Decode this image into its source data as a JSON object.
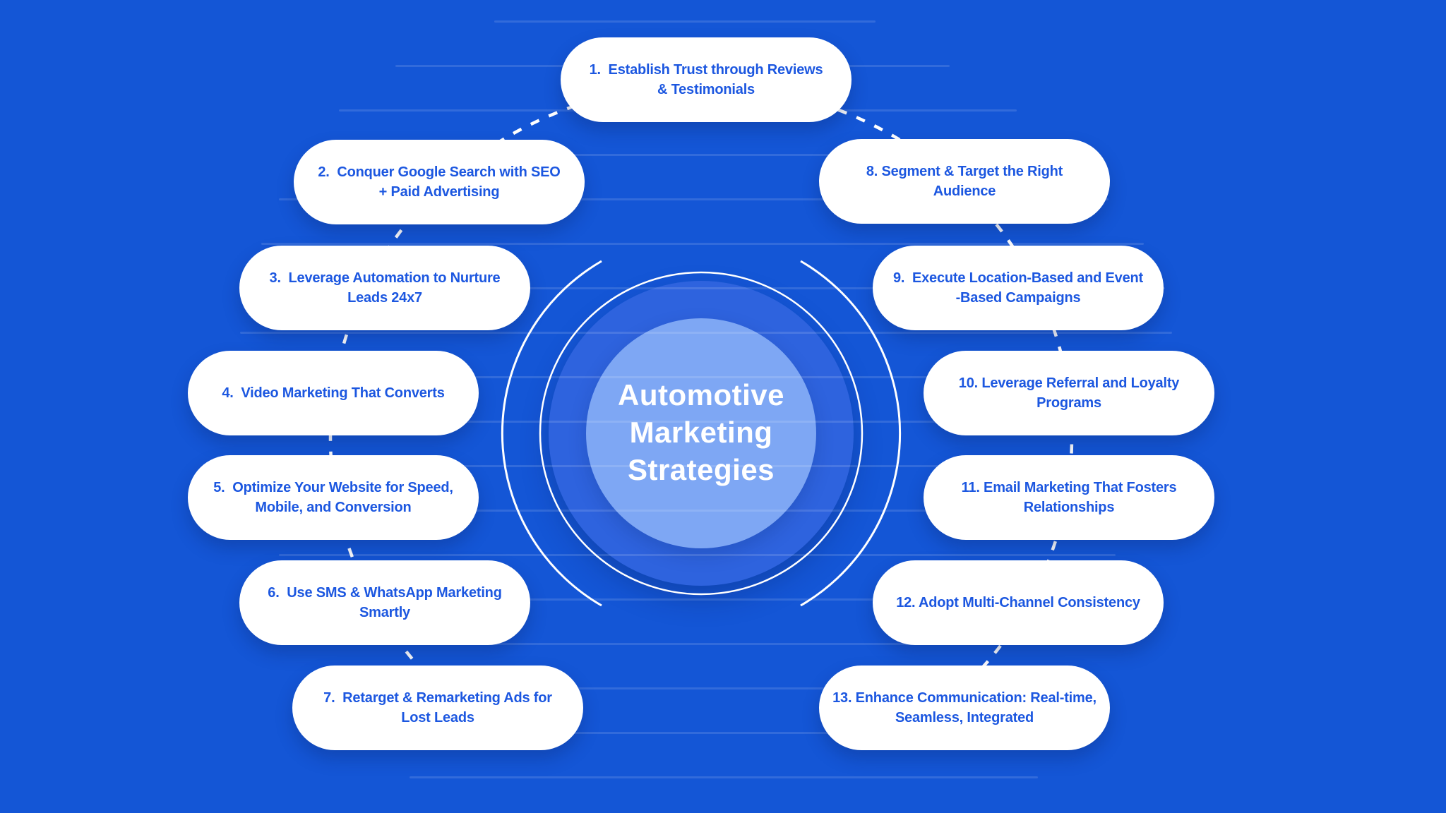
{
  "center": {
    "title_lines": [
      "Automotive",
      "Marketing",
      "Strategies"
    ]
  },
  "strategies": [
    {
      "number": "1",
      "label_lines": [
        "1.  Establish Trust through Reviews",
        "& Testimonials"
      ]
    },
    {
      "number": "2",
      "label_lines": [
        "2.  Conquer Google Search with SEO",
        "+ Paid Advertising"
      ]
    },
    {
      "number": "3",
      "label_lines": [
        "3.  Leverage Automation to Nurture",
        "Leads 24x7"
      ]
    },
    {
      "number": "4",
      "label_lines": [
        "4.  Video Marketing That Converts"
      ]
    },
    {
      "number": "5",
      "label_lines": [
        "5.  Optimize Your Website for Speed,",
        "Mobile, and Conversion"
      ]
    },
    {
      "number": "6",
      "label_lines": [
        "6.  Use SMS & WhatsApp Marketing",
        "Smartly"
      ]
    },
    {
      "number": "7",
      "label_lines": [
        "7.  Retarget & Remarketing Ads for",
        "Lost Leads"
      ]
    },
    {
      "number": "8",
      "label_lines": [
        "8. Segment & Target the Right",
        "Audience"
      ]
    },
    {
      "number": "9",
      "label_lines": [
        "9.  Execute Location-Based and Event",
        "-Based Campaigns"
      ]
    },
    {
      "number": "10",
      "label_lines": [
        "10. Leverage Referral and Loyalty",
        "Programs"
      ]
    },
    {
      "number": "11",
      "label_lines": [
        "11. Email Marketing That Fosters",
        "Relationships"
      ]
    },
    {
      "number": "12",
      "label_lines": [
        "12. Adopt Multi-Channel Consistency"
      ]
    },
    {
      "number": "13",
      "label_lines": [
        "13. Enhance Communication: Real-time,",
        "Seamless, Integrated"
      ]
    }
  ],
  "colors": {
    "background": "#1456d6",
    "pill_background": "#ffffff",
    "pill_text": "#1c57e0",
    "circle_mid": "#2e63de",
    "circle_inner": "#7ea7f4",
    "ring_and_dashes": "#ffffff"
  }
}
